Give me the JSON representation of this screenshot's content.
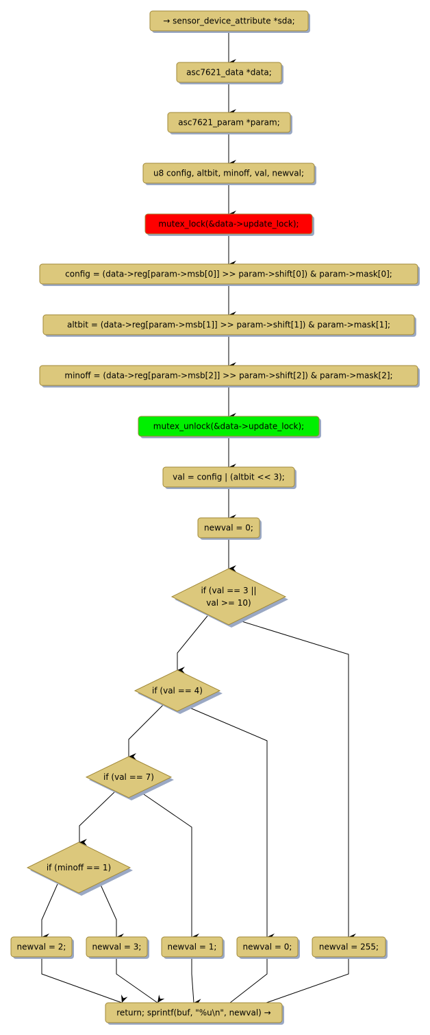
{
  "diagram": {
    "type": "flowchart",
    "colors": {
      "node_fill": "#dcc87c",
      "node_border": "#a08838",
      "shadow": "#9aa8c4",
      "lock_fill": "#ff0000",
      "unlock_fill": "#00f000",
      "edge": "#000000"
    },
    "nodes": [
      {
        "id": "n1",
        "shape": "box",
        "style": "normal",
        "lines": [
          "→ sensor_device_attribute *sda;"
        ]
      },
      {
        "id": "n2",
        "shape": "box",
        "style": "normal",
        "lines": [
          "asc7621_data *data;"
        ]
      },
      {
        "id": "n3",
        "shape": "box",
        "style": "normal",
        "lines": [
          "asc7621_param *param;"
        ]
      },
      {
        "id": "n4",
        "shape": "box",
        "style": "normal",
        "lines": [
          "u8 config, altbit, minoff, val, newval;"
        ]
      },
      {
        "id": "n5",
        "shape": "box",
        "style": "lock",
        "lines": [
          "mutex_lock(&data->update_lock);"
        ]
      },
      {
        "id": "n6",
        "shape": "box",
        "style": "normal",
        "lines": [
          "config = (data->reg[param->msb[0]] >> param->shift[0]) & param->mask[0];"
        ]
      },
      {
        "id": "n7",
        "shape": "box",
        "style": "normal",
        "lines": [
          "altbit = (data->reg[param->msb[1]] >> param->shift[1]) & param->mask[1];"
        ]
      },
      {
        "id": "n8",
        "shape": "box",
        "style": "normal",
        "lines": [
          "minoff = (data->reg[param->msb[2]] >> param->shift[2]) & param->mask[2];"
        ]
      },
      {
        "id": "n9",
        "shape": "box",
        "style": "unlock",
        "lines": [
          "mutex_unlock(&data->update_lock);"
        ]
      },
      {
        "id": "n10",
        "shape": "box",
        "style": "normal",
        "lines": [
          "val = config | (altbit << 3);"
        ]
      },
      {
        "id": "n11",
        "shape": "box",
        "style": "normal",
        "lines": [
          "newval = 0;"
        ]
      },
      {
        "id": "d1",
        "shape": "diamond",
        "style": "normal",
        "lines": [
          "if (val == 3 ||",
          "val >= 10)"
        ]
      },
      {
        "id": "d2",
        "shape": "diamond",
        "style": "normal",
        "lines": [
          "if (val == 4)"
        ]
      },
      {
        "id": "d3",
        "shape": "diamond",
        "style": "normal",
        "lines": [
          "if (val == 7)"
        ]
      },
      {
        "id": "d4",
        "shape": "diamond",
        "style": "normal",
        "lines": [
          "if (minoff == 1)"
        ]
      },
      {
        "id": "r2",
        "shape": "box",
        "style": "normal",
        "lines": [
          "newval = 2;"
        ]
      },
      {
        "id": "r3",
        "shape": "box",
        "style": "normal",
        "lines": [
          "newval = 3;"
        ]
      },
      {
        "id": "r1",
        "shape": "box",
        "style": "normal",
        "lines": [
          "newval = 1;"
        ]
      },
      {
        "id": "r0",
        "shape": "box",
        "style": "normal",
        "lines": [
          "newval = 0;"
        ]
      },
      {
        "id": "r255",
        "shape": "box",
        "style": "normal",
        "lines": [
          "newval = 255;"
        ]
      },
      {
        "id": "end",
        "shape": "box",
        "style": "normal",
        "lines": [
          "return; sprintf(buf, \"%u\\n\", newval) →"
        ]
      }
    ],
    "edges": [
      {
        "from": "n1",
        "to": "n2"
      },
      {
        "from": "n2",
        "to": "n3"
      },
      {
        "from": "n3",
        "to": "n4"
      },
      {
        "from": "n4",
        "to": "n5"
      },
      {
        "from": "n5",
        "to": "n6"
      },
      {
        "from": "n6",
        "to": "n7"
      },
      {
        "from": "n7",
        "to": "n8"
      },
      {
        "from": "n8",
        "to": "n9"
      },
      {
        "from": "n9",
        "to": "n10"
      },
      {
        "from": "n10",
        "to": "n11"
      },
      {
        "from": "n11",
        "to": "d1"
      },
      {
        "from": "d1",
        "to": "d2"
      },
      {
        "from": "d1",
        "to": "r255"
      },
      {
        "from": "d2",
        "to": "d3"
      },
      {
        "from": "d2",
        "to": "r0"
      },
      {
        "from": "d3",
        "to": "d4"
      },
      {
        "from": "d3",
        "to": "r1"
      },
      {
        "from": "d4",
        "to": "r2"
      },
      {
        "from": "d4",
        "to": "r3"
      },
      {
        "from": "r2",
        "to": "end"
      },
      {
        "from": "r3",
        "to": "end"
      },
      {
        "from": "r1",
        "to": "end"
      },
      {
        "from": "r0",
        "to": "end"
      },
      {
        "from": "r255",
        "to": "end"
      }
    ]
  }
}
